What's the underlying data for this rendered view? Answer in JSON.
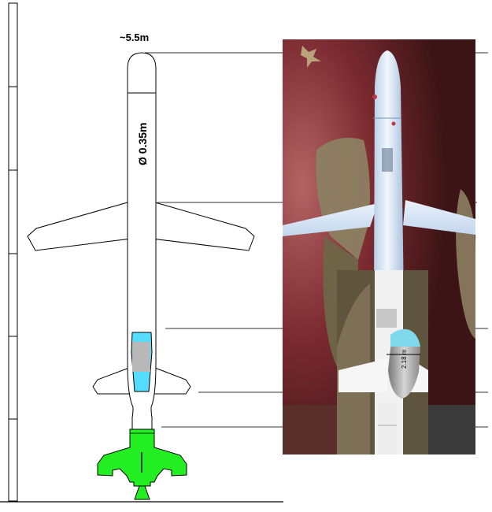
{
  "labels": {
    "length": "~5.5m",
    "diameter": "Ø 0.35m",
    "inset_measure": "2.18 m"
  },
  "colors": {
    "outline": "#000000",
    "booster": "#22ee22",
    "nozzle_intake": "#55ddff",
    "intake_grey": "#b8b8b8",
    "photo_background": "#5a1e1e",
    "photo_body": "#dfeaf8"
  }
}
